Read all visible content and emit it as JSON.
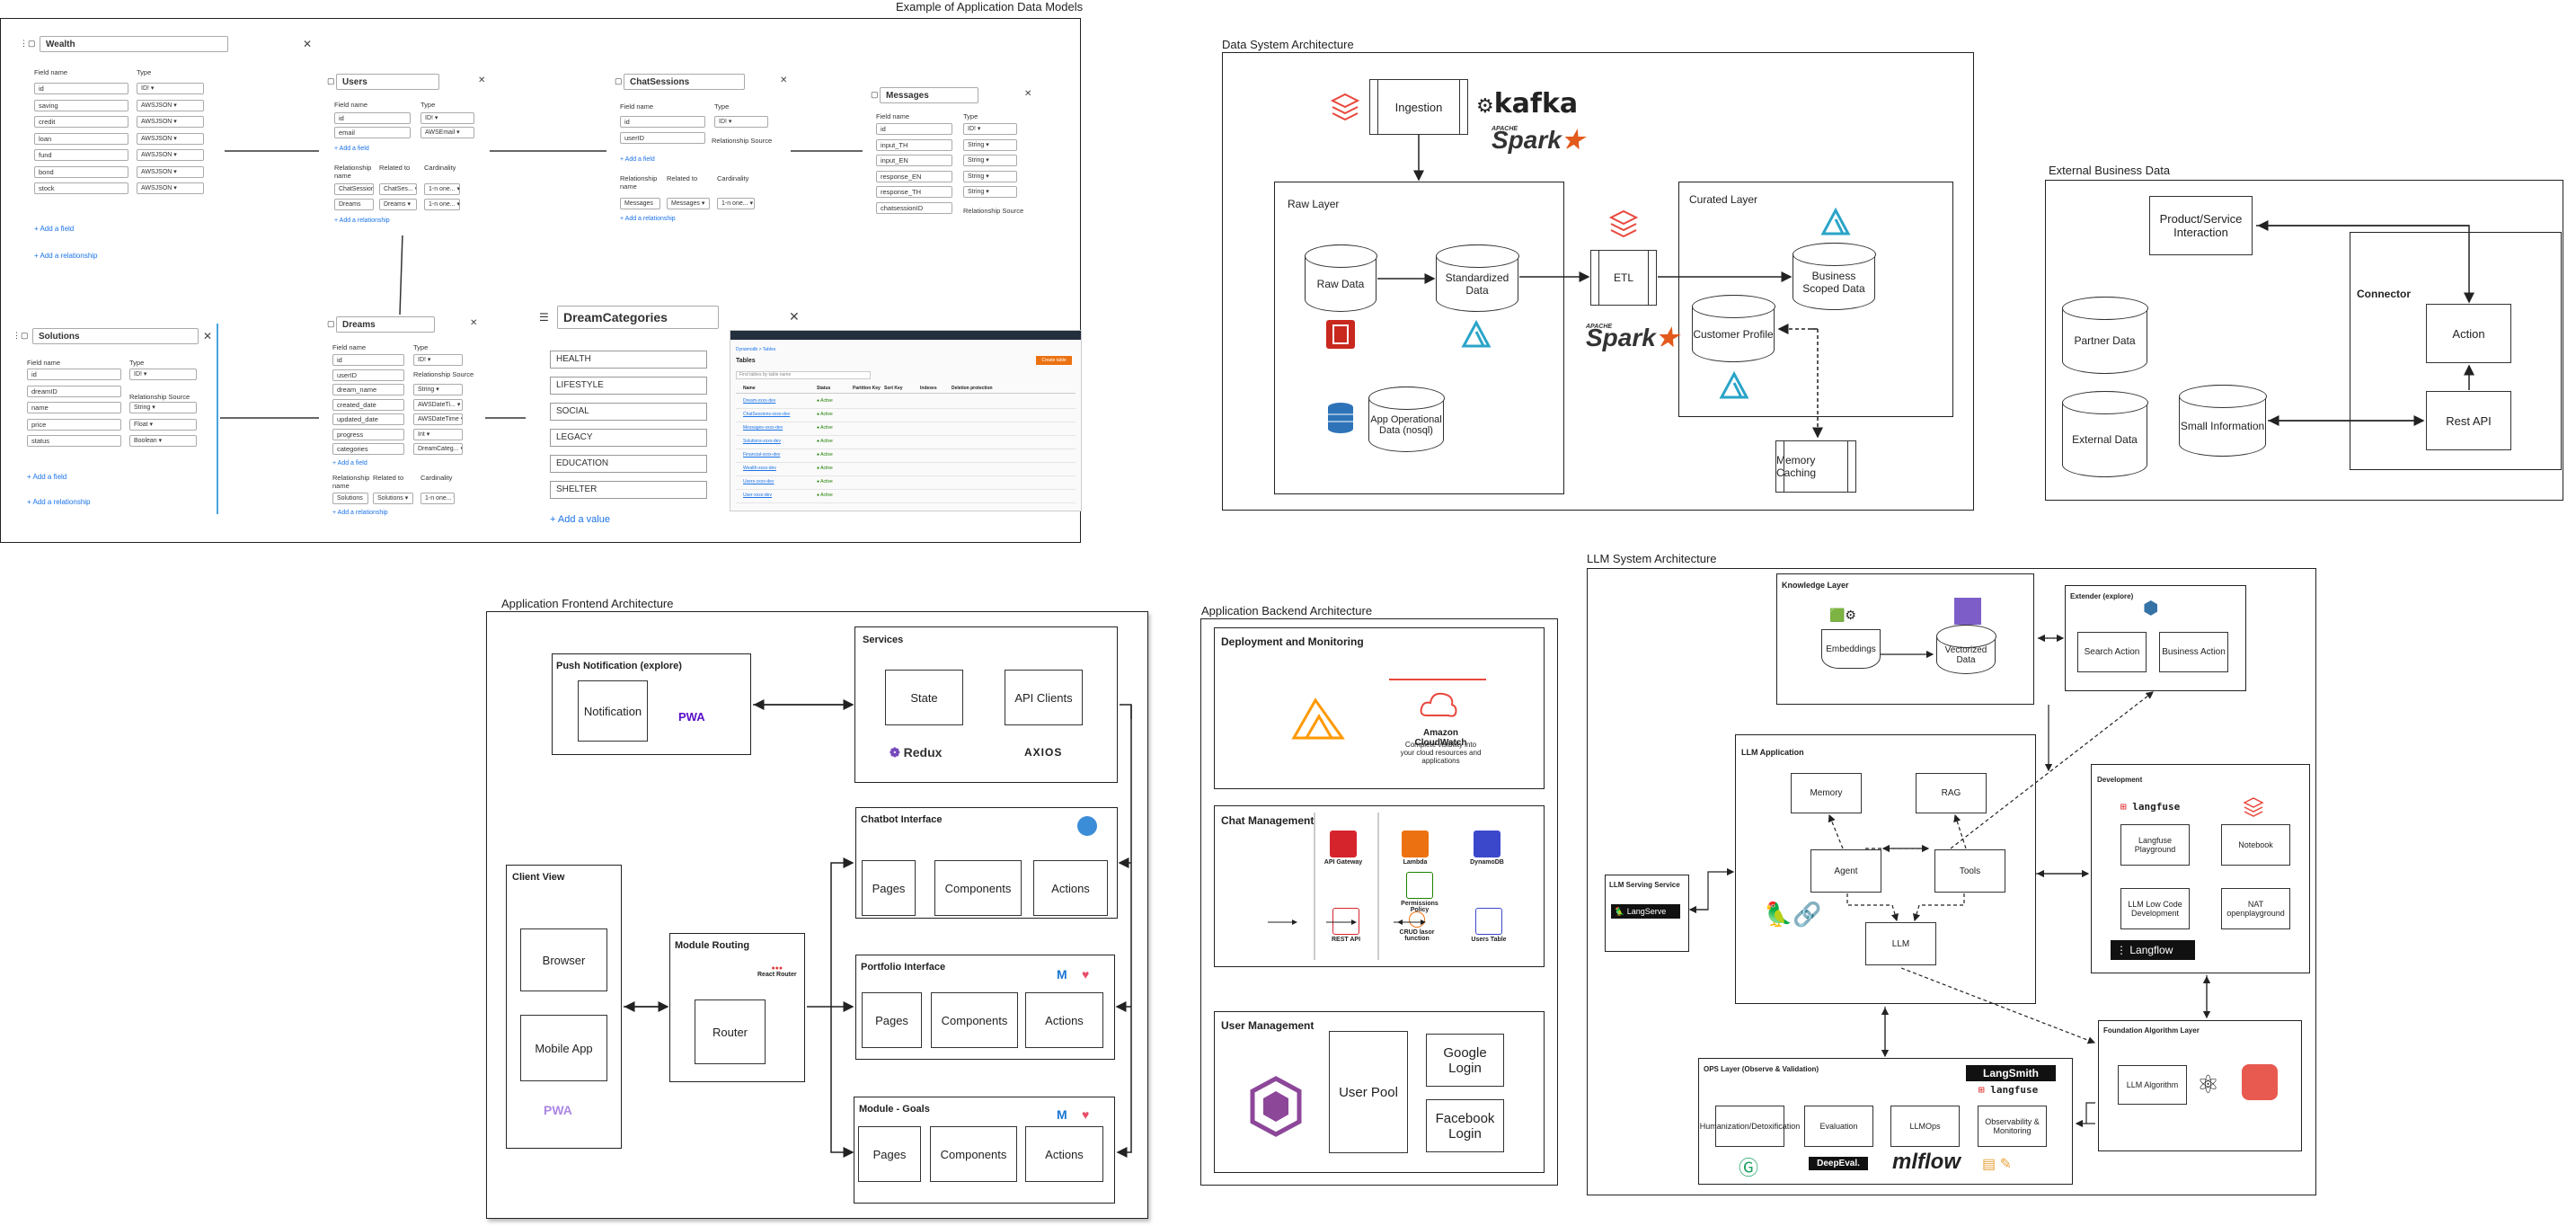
{
  "titles": {
    "app_data_models": "Example of Application Data Models",
    "data_system": "Data System Architecture",
    "external_business": "External Business Data",
    "frontend": "Application Frontend Architecture",
    "backend": "Application Backend Architecture",
    "llm_system": "LLM System Architecture"
  },
  "models": {
    "field_name": "Field name",
    "type": "Type",
    "add_field": "Add a field",
    "add_relationship": "Add a relationship",
    "relationship_name": "Relationship name",
    "related_to": "Related to",
    "cardinality": "Cardinality",
    "relationship_source": "Relationship Source",
    "wealth": {
      "name": "Wealth",
      "fields": [
        [
          "id",
          "ID!"
        ],
        [
          "saving",
          "AWSJSON"
        ],
        [
          "credit",
          "AWSJSON"
        ],
        [
          "loan",
          "AWSJSON"
        ],
        [
          "fund",
          "AWSJSON"
        ],
        [
          "bond",
          "AWSJSON"
        ],
        [
          "stock",
          "AWSJSON"
        ]
      ]
    },
    "users": {
      "name": "Users",
      "fields": [
        [
          "id",
          "ID!"
        ],
        [
          "email",
          "AWSEmail"
        ]
      ],
      "rels": [
        [
          "ChatSessions",
          "ChatSes...",
          "1-n one..."
        ],
        [
          "Dreams",
          "Dreams",
          "1-n one..."
        ]
      ]
    },
    "chat": {
      "name": "ChatSessions",
      "fields": [
        [
          "id",
          "ID!"
        ],
        [
          "userID",
          ""
        ]
      ],
      "rels": [
        [
          "Messages",
          "Messages",
          "1-n one..."
        ]
      ]
    },
    "messages": {
      "name": "Messages",
      "fields": [
        [
          "id",
          "ID!"
        ],
        [
          "input_TH",
          "String"
        ],
        [
          "input_EN",
          "String"
        ],
        [
          "response_EN",
          "String"
        ],
        [
          "response_TH",
          "String"
        ],
        [
          "chatsessionID",
          ""
        ]
      ]
    },
    "solutions": {
      "name": "Solutions",
      "fields": [
        [
          "id",
          "ID!"
        ],
        [
          "dreamID",
          ""
        ],
        [
          "name",
          "String"
        ],
        [
          "price",
          "Float"
        ],
        [
          "status",
          "Boolean"
        ]
      ]
    },
    "dreams": {
      "name": "Dreams",
      "fields": [
        [
          "id",
          "ID!"
        ],
        [
          "userID",
          ""
        ],
        [
          "dream_name",
          "String"
        ],
        [
          "created_date",
          "AWSDateTi..."
        ],
        [
          "updated_date",
          "AWSDateTime"
        ],
        [
          "progress",
          "Int"
        ],
        [
          "categories",
          "DreamCateg..."
        ]
      ],
      "rels": [
        [
          "Solutions",
          "Solutions",
          "1-n one..."
        ]
      ]
    },
    "categories": {
      "name": "DreamCategories",
      "values": [
        "HEALTH",
        "LIFESTYLE",
        "SOCIAL",
        "LEGACY",
        "EDUCATION",
        "SHELTER"
      ],
      "add_value": "Add a value"
    },
    "tables_title": "Tables",
    "tables_search": "Find tables by table name",
    "tables_cols": [
      "Name",
      "Status",
      "Partition Key",
      "Sort Key",
      "Indexes",
      "Deletion protection"
    ],
    "tables_rows": [
      "Dream-xxxx-dev",
      "ChatSessions-xxxx-dev",
      "Messages-xxxx-dev",
      "Solutions-xxxx-dev",
      "Financial-xxxx-dev",
      "Wealth-xxxx-dev",
      "Users-xxxx-dev",
      "User-xxxx-dev"
    ],
    "create_table": "Create table"
  },
  "data_system": {
    "ingestion": "Ingestion",
    "raw_layer": "Raw Layer",
    "raw_data": "Raw Data",
    "standardized": "Standardized Data",
    "app_operational": "App Operational Data (nosql)",
    "etl": "ETL",
    "curated_layer": "Curated Layer",
    "business_scoped": "Business Scoped Data",
    "customer_profile": "Customer Profile",
    "memory_caching": "Memory Caching",
    "kafka": "kafka",
    "spark": "Spark",
    "apache": "APACHE"
  },
  "external": {
    "product": "Product/Service Interaction",
    "partner": "Partner Data",
    "external": "External Data",
    "small": "Small Information",
    "connector": "Connector",
    "action": "Action",
    "rest_api": "Rest API"
  },
  "frontend": {
    "push": "Push Notification (explore)",
    "notification": "Notification",
    "pwa": "PWA",
    "services": "Services",
    "state": "State",
    "api_clients": "API Clients",
    "redux": "Redux",
    "axios": "AXIOS",
    "chatbot": "Chatbot Interface",
    "portfolio": "Portfolio Interface",
    "goals": "Module - Goals",
    "pages": "Pages",
    "components": "Components",
    "actions": "Actions",
    "client_view": "Client View",
    "browser": "Browser",
    "mobile": "Mobile App",
    "module_routing": "Module Routing",
    "react_router": "React Router",
    "router": "Router"
  },
  "backend": {
    "deploy": "Deployment and Monitoring",
    "cloudwatch": "Amazon CloudWatch",
    "cloudwatch_desc": "Complete visibility into your cloud resources and applications",
    "chat": "Chat Management",
    "api_gateway": "API Gateway",
    "lambda": "Lambda",
    "dynamodb": "DynamoDB",
    "permissions": "Permissions Policy",
    "rest_api": "REST API",
    "crud": "CRUD lasor function",
    "users_table": "Users Table",
    "user_mgmt": "User Management",
    "user_pool": "User Pool",
    "google": "Google Login",
    "facebook": "Facebook Login"
  },
  "llm": {
    "knowledge": "Knowledge Layer",
    "embeddings": "Embeddings",
    "vectorized": "Vectorized Data",
    "extender": "Extender (explore)",
    "search_action": "Search Action",
    "business_action": "Business Action",
    "llm_app": "LLM Application",
    "memory": "Memory",
    "rag": "RAG",
    "agent": "Agent",
    "tools": "Tools",
    "llm": "LLM",
    "serving": "LLM Serving Service",
    "langserve": "LangServe",
    "development": "Development",
    "langfuse": "langfuse",
    "langfuse_playground": "Langfuse Playground",
    "notebook": "Notebook",
    "lowcode": "LLM Low Code Development",
    "nat": "NAT openplayground",
    "langflow": "Langflow",
    "foundation": "Foundation Algorithm Layer",
    "llm_algorithm": "LLM Algorithm",
    "ops": "OPS Layer (Observe & Validation)",
    "langsmith": "LangSmith",
    "humanization": "Humanization/Detoxification",
    "evaluation": "Evaluation",
    "llmops": "LLMOps",
    "observability": "Observability & Monitoring",
    "deepeval": "DeepEval.",
    "mlflow": "mlflow"
  },
  "colors": {
    "aws_orange": "#ec7211",
    "aws_red": "#d6242d",
    "cognito": "#8c4799",
    "link": "#1a73e8",
    "stream": "#e8473c"
  }
}
